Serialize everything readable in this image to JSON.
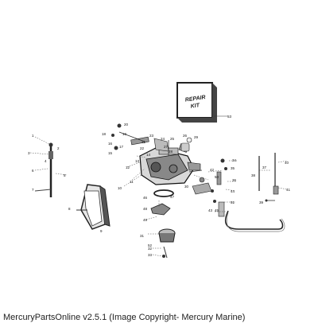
{
  "caption": "MercuryPartsOnline v2.5.1 (Image Copyright- Mercury Marine)",
  "kit_label": {
    "line1": "REPAIR",
    "line2": "KIT"
  },
  "callouts": [
    "1",
    "2",
    "3",
    "4",
    "5",
    "6",
    "7",
    "8",
    "9",
    "10",
    "11",
    "12",
    "13",
    "14",
    "15",
    "16",
    "17",
    "18",
    "19",
    "20",
    "21",
    "22",
    "23",
    "24",
    "25",
    "26",
    "27",
    "28",
    "29",
    "30",
    "31",
    "32",
    "33",
    "34",
    "35",
    "36",
    "37",
    "38",
    "39",
    "40",
    "41",
    "42",
    "43",
    "44",
    "45",
    "46",
    "47",
    "48",
    "49",
    "50",
    "51",
    "52",
    "53"
  ]
}
